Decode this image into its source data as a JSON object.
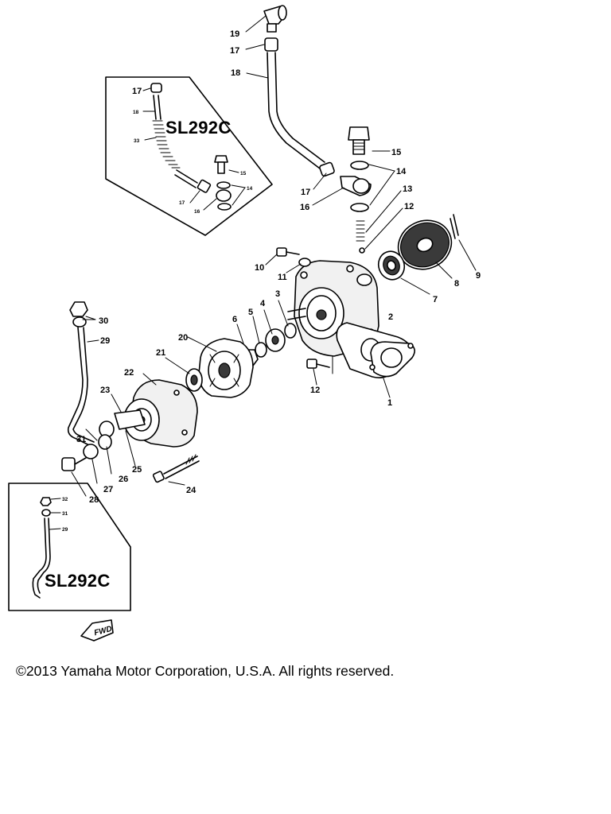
{
  "diagram": {
    "callouts": {
      "c1": "1",
      "c2": "2",
      "c3": "3",
      "c4": "4",
      "c5": "5",
      "c6": "6",
      "c7": "7",
      "c8": "8",
      "c9": "9",
      "c10": "10",
      "c11": "11",
      "c12a": "12",
      "c12b": "12",
      "c13": "13",
      "c14": "14",
      "c15": "15",
      "c16": "16",
      "c17a": "17",
      "c17b": "17",
      "c18": "18",
      "c19": "19",
      "c20": "20",
      "c21": "21",
      "c22": "22",
      "c23": "23",
      "c24": "24",
      "c25": "25",
      "c26": "26",
      "c27": "27",
      "c28": "28",
      "c29": "29",
      "c30": "30",
      "c31": "31"
    },
    "inset_top": {
      "title": "SL292C",
      "callouts": {
        "c17a": "17",
        "c18": "18",
        "c33": "33",
        "c15": "15",
        "c14": "14",
        "c17b": "17",
        "c16": "16"
      }
    },
    "inset_bottom": {
      "title": "SL292C",
      "callouts": {
        "c32": "32",
        "c31": "31",
        "c29": "29"
      }
    },
    "fwd_label": "FWD",
    "copyright": "©2013 Yamaha Motor Corporation, U.S.A. All rights reserved."
  },
  "colors": {
    "ink": "#000000",
    "background": "#ffffff"
  }
}
